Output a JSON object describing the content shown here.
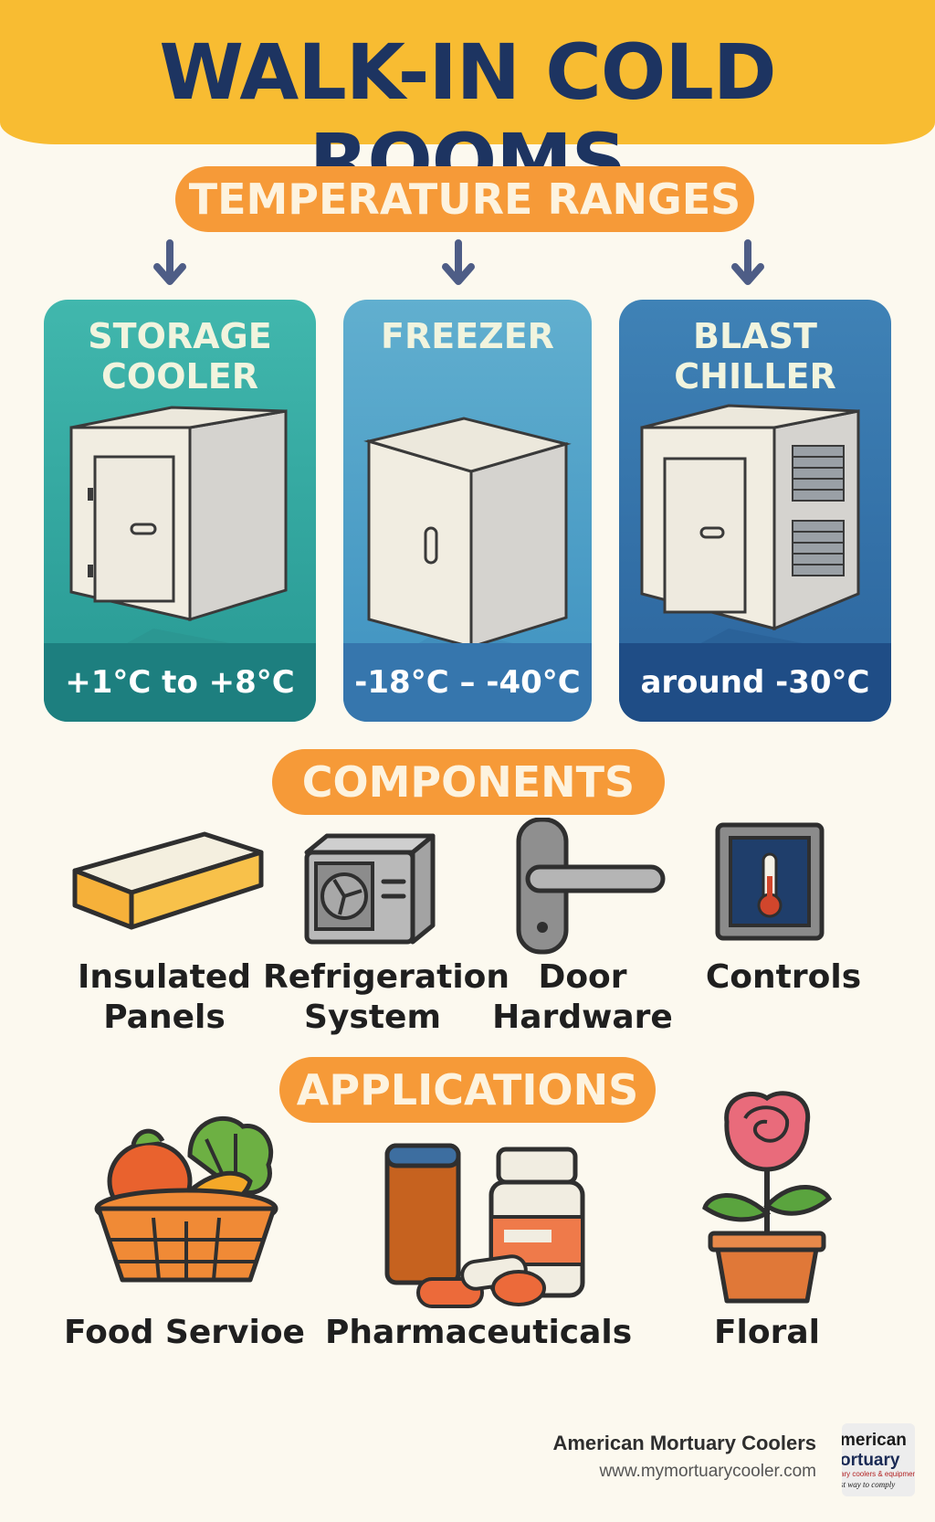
{
  "header": {
    "title": "WALK-IN COLD ROOMS"
  },
  "temperature_section": {
    "title": "TEMPERATURE RANGES",
    "cards": [
      {
        "title_line1": "STORAGE",
        "title_line2": "COOLER",
        "range": "+1°C to +8°C"
      },
      {
        "title_line1": "FREEZER",
        "title_line2": "",
        "range": "-18°C – -40°C"
      },
      {
        "title_line1": "BLAST",
        "title_line2": "CHILLER",
        "range": "around -30°C"
      }
    ]
  },
  "components_section": {
    "title": "COMPONENTS",
    "items": [
      {
        "line1": "Insulated",
        "line2": "Panels",
        "icon": "insulated-panel-icon"
      },
      {
        "line1": "Refrigeration",
        "line2": "System",
        "icon": "refrigeration-unit-icon"
      },
      {
        "line1": "Door",
        "line2": "Hardware",
        "icon": "door-handle-icon"
      },
      {
        "line1": "Controls",
        "line2": "",
        "icon": "thermometer-control-icon"
      }
    ]
  },
  "applications_section": {
    "title": "APPLICATIONS",
    "items": [
      {
        "label": "Food Servioe",
        "icon": "food-basket-icon"
      },
      {
        "label": "Pharmaceuticals",
        "icon": "medicine-bottle-icon"
      },
      {
        "label": "Floral",
        "icon": "potted-rose-icon"
      }
    ]
  },
  "footer": {
    "brand": "American Mortuary Coolers",
    "url": "www.mymortuarycooler.com",
    "logo": {
      "line1": "merican",
      "line2": "ortuary",
      "line3": "ary coolers & equipment",
      "line4": "st way to comply"
    }
  },
  "colors": {
    "banner": "#f8bc32",
    "title_text": "#1d3461",
    "pill": "#f69a38",
    "storage_card": "#2c9e98",
    "freezer_card": "#4597c3",
    "blast_card": "#2f6aa2",
    "arrow": "#4e5d86"
  }
}
